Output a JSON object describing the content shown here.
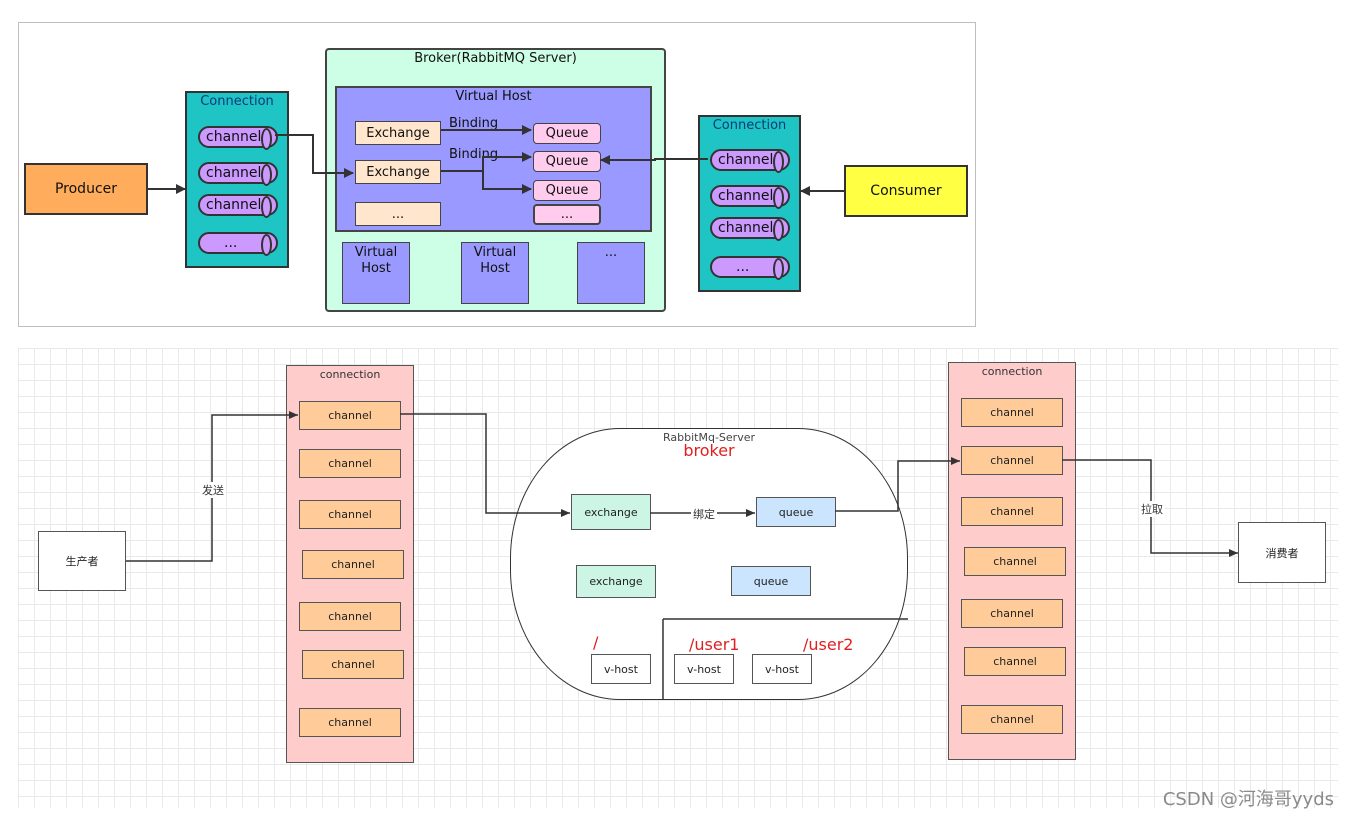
{
  "top": {
    "producer": "Producer",
    "consumer": "Consumer",
    "connection_left": {
      "title": "Connection",
      "channels": [
        "channel",
        "channel",
        "channel",
        "..."
      ]
    },
    "connection_right": {
      "title": "Connection",
      "channels": [
        "channel",
        "channel",
        "channel",
        "..."
      ]
    },
    "broker": {
      "title": "Broker(RabbitMQ Server)",
      "virtual_host": {
        "title": "Virtual Host",
        "exchanges": [
          "Exchange",
          "Exchange",
          "..."
        ],
        "queues": [
          "Queue",
          "Queue",
          "Queue",
          "..."
        ],
        "binding_labels": [
          "Binding",
          "Binding"
        ]
      },
      "other_vhosts": [
        "Virtual Host",
        "Virtual Host",
        "..."
      ]
    }
  },
  "bottom": {
    "producer": "生产者",
    "consumer": "消费者",
    "send_label": "发送",
    "pull_label": "拉取",
    "bind_label": "绑定",
    "connection_left": {
      "title": "connection",
      "channels": [
        "channel",
        "channel",
        "channel",
        "channel",
        "channel",
        "channel",
        "channel"
      ]
    },
    "connection_right": {
      "title": "connection",
      "channels": [
        "channel",
        "channel",
        "channel",
        "channel",
        "channel",
        "channel",
        "channel"
      ]
    },
    "broker": {
      "title": "RabbitMq-Server",
      "subtitle": "broker",
      "exchanges": [
        "exchange",
        "exchange"
      ],
      "queues": [
        "queue",
        "queue"
      ],
      "vhost_paths": [
        "/",
        "/user1",
        "/user2"
      ],
      "vhosts": [
        "v-host",
        "v-host",
        "v-host"
      ]
    }
  },
  "watermark": "CSDN @河海哥yyds"
}
